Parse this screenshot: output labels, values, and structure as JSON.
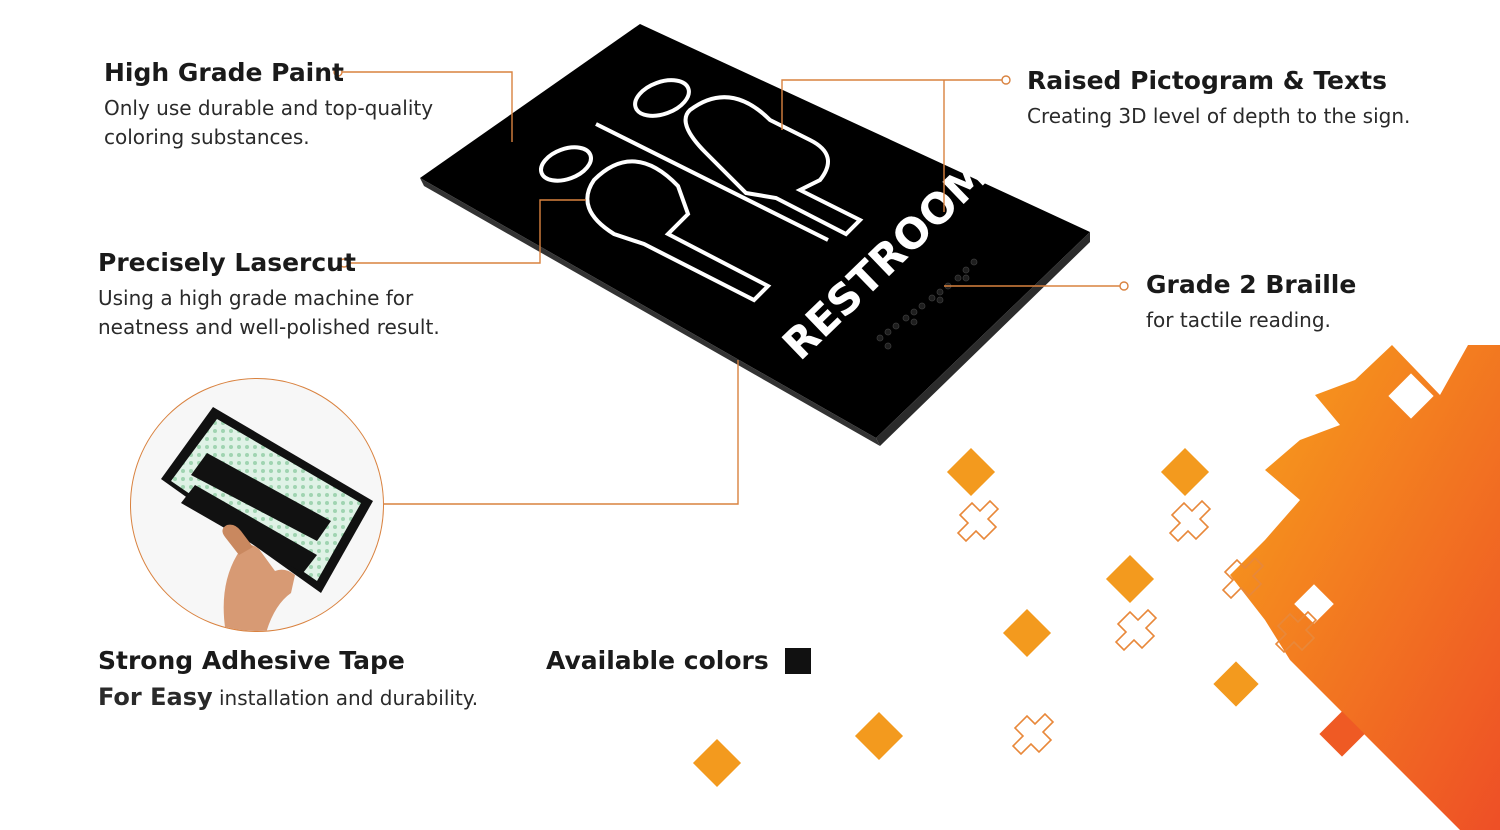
{
  "features": {
    "paint": {
      "title": "High Grade Paint",
      "desc_line1": "Only use durable and top-quality",
      "desc_line2": "coloring substances."
    },
    "laser": {
      "title": "Precisely Lasercut",
      "desc_line1": "Using a high grade machine for",
      "desc_line2": "neatness and well-polished result."
    },
    "pictogram": {
      "title": "Raised Pictogram & Texts",
      "desc": "Creating 3D level of depth to the sign."
    },
    "braille": {
      "title": "Grade 2 Braille",
      "desc": "for tactile reading."
    },
    "tape": {
      "title": "Strong Adhesive Tape",
      "desc_bold": "For Easy",
      "desc_rest": " installation and durability."
    }
  },
  "available_colors": {
    "label": "Available colors",
    "swatches": [
      "#111111"
    ]
  },
  "sign": {
    "text": "RESTROOM",
    "icon": "restroom-pictogram-icon",
    "braille": "braille-dots"
  },
  "colors": {
    "accent": "#e8883a",
    "leader_line": "#d9823f",
    "sign_body": "#111111",
    "orange_light": "#f39a1e",
    "orange_dark": "#ee5a24"
  }
}
